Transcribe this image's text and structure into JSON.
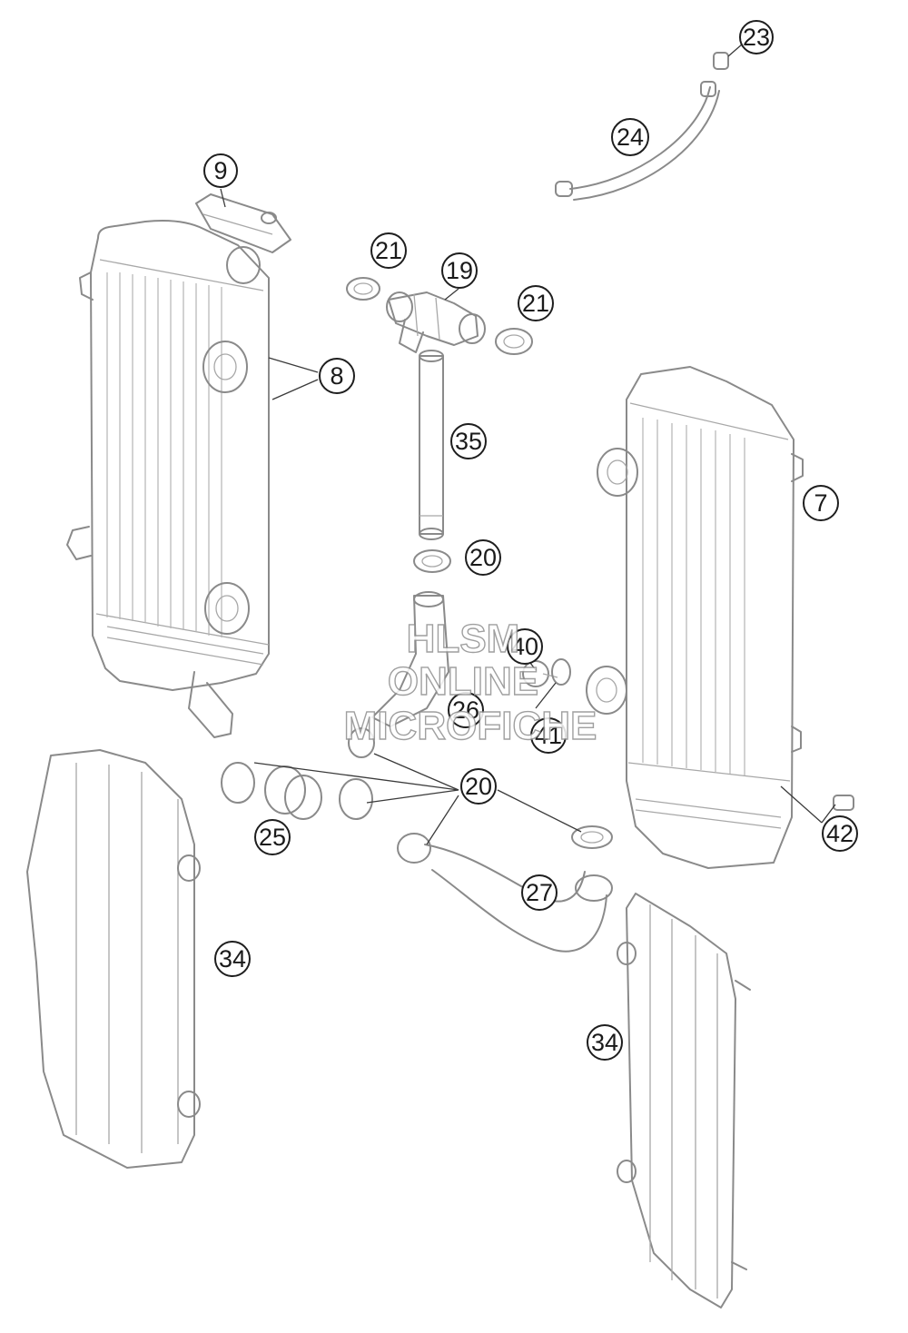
{
  "watermark": {
    "line1": "HLSM",
    "line2": "ONLINE",
    "line3": "MICROFICHE"
  },
  "callouts": {
    "c23": "23",
    "c24": "24",
    "c9": "9",
    "c21a": "21",
    "c19": "19",
    "c21b": "21",
    "c8": "8",
    "c35": "35",
    "c7": "7",
    "c20a": "20",
    "c40": "40",
    "c26": "26",
    "c41": "41",
    "c20b": "20",
    "c25": "25",
    "c42": "42",
    "c27": "27",
    "c34a": "34",
    "c34b": "34"
  },
  "colors": {
    "line_art": "#8a8a8a",
    "callout_stroke": "#1e1e1e",
    "background": "#ffffff"
  }
}
